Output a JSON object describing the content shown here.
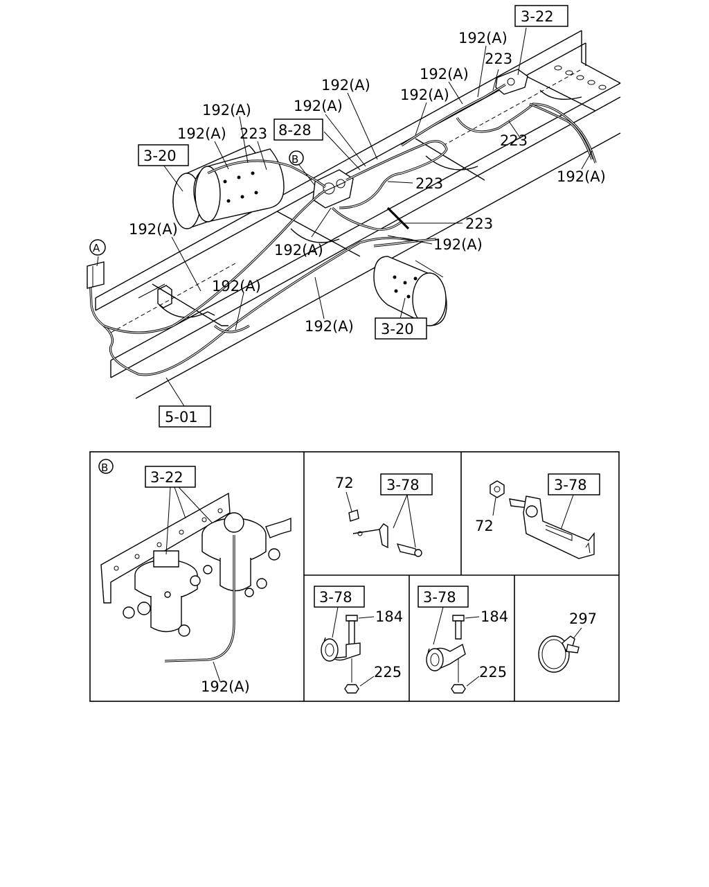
{
  "main_labels": {
    "ref_3_22_top": "3-22",
    "ref_8_28": "8-28",
    "ref_3_20_left": "3-20",
    "ref_3_20_right": "3-20",
    "ref_5_01": "5-01",
    "part_192a_1": "192(A)",
    "part_192a_2": "192(A)",
    "part_192a_3": "192(A)",
    "part_192a_4": "192(A)",
    "part_192a_5": "192(A)",
    "part_192a_6": "192(A)",
    "part_192a_7": "192(A)",
    "part_192a_8": "192(A)",
    "part_192a_9": "192(A)",
    "part_192a_10": "192(A)",
    "part_192a_11": "192(A)",
    "part_192a_12": "192(A)",
    "part_192a_13": "192(A)",
    "part_223_1": "223",
    "part_223_2": "223",
    "part_223_3": "223",
    "part_223_4": "223",
    "part_223_5": "223",
    "callout_a": "A",
    "callout_b": "B"
  },
  "details": {
    "panel_b": {
      "callout": "B",
      "ref": "3-22",
      "part": "192(A)"
    },
    "panel_bracket_1": {
      "part_nut": "72",
      "ref": "3-78"
    },
    "panel_bracket_2": {
      "part_nut": "72",
      "ref": "3-78"
    },
    "panel_clip_1": {
      "ref": "3-78",
      "part_bolt": "184",
      "part_nut": "225"
    },
    "panel_clip_2": {
      "ref": "3-78",
      "part_bolt": "184",
      "part_nut": "225"
    },
    "panel_band": {
      "part": "297"
    }
  }
}
